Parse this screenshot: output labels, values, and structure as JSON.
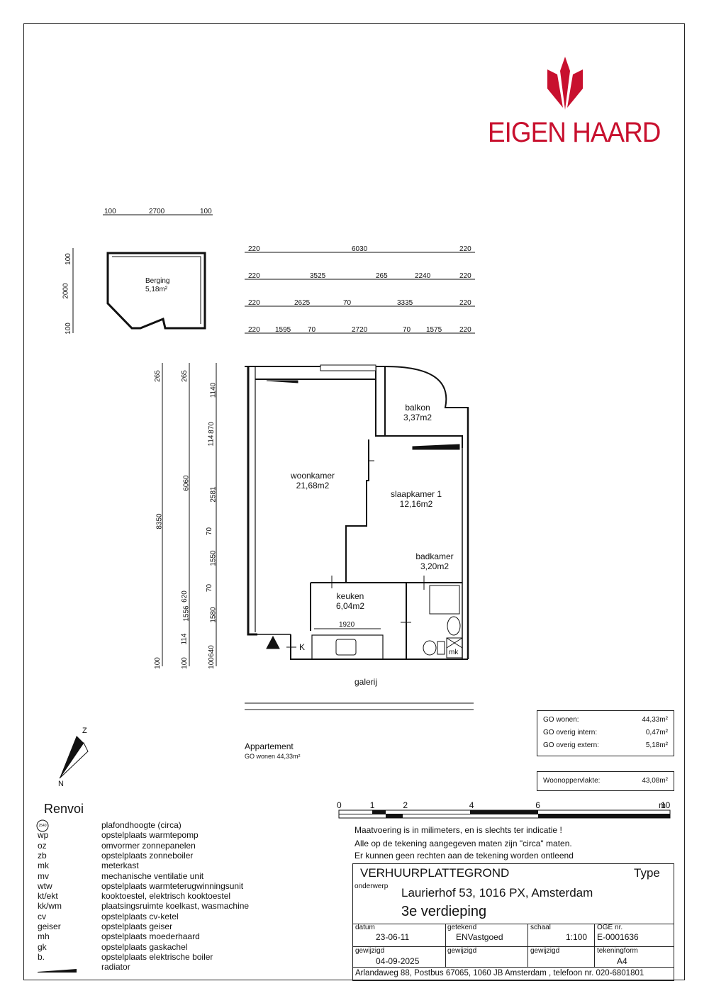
{
  "logo": {
    "text": "EIGEN HAARD",
    "color": "#c8102e"
  },
  "storage": {
    "name": "Berging",
    "area": "5,18m²",
    "dims_top": [
      "100",
      "2700",
      "100"
    ],
    "dims_left": [
      "100",
      "2000",
      "100"
    ]
  },
  "dims_top_rows": [
    [
      "220",
      "6030",
      "220"
    ],
    [
      "220",
      "3525",
      "265",
      "2240",
      "220"
    ],
    [
      "220",
      "2625",
      "70",
      "3335",
      "220"
    ],
    [
      "220",
      "1595",
      "70",
      "2720",
      "70",
      "1575",
      "220"
    ]
  ],
  "dims_left_cols": {
    "col1": [
      "265",
      "8350",
      "100"
    ],
    "col2": [
      "265",
      "6060",
      "620",
      "1556",
      "114",
      "100"
    ],
    "col3": [
      "1140",
      "870",
      "114",
      "2581",
      "70",
      "1550",
      "70",
      "1580",
      "640",
      "100"
    ]
  },
  "rooms": [
    {
      "name": "woonkamer",
      "area": "21,68m2"
    },
    {
      "name": "slaapkamer 1",
      "area": "12,16m2"
    },
    {
      "name": "balkon",
      "area": "3,37m2"
    },
    {
      "name": "badkamer",
      "area": "3,20m2"
    },
    {
      "name": "keuken",
      "area": "6,04m2"
    }
  ],
  "plan_labels": {
    "kitchen_width": "1920",
    "k_marker": "K",
    "mk_marker": "mk",
    "galerij": "galerij",
    "north": "N",
    "north_z": "Z"
  },
  "apartment": {
    "title": "Appartement",
    "go_wonen": "GO wonen 44,33m²"
  },
  "area_box": [
    {
      "label": "GO wonen:",
      "value": "44,33m²"
    },
    {
      "label": "GO overig intern:",
      "value": "0,47m²"
    },
    {
      "label": "GO overig extern:",
      "value": "5,18m²"
    }
  ],
  "woonoppervlakte": {
    "label": "Woonoppervlakte:",
    "value": "43,08m²"
  },
  "scale_bar": {
    "ticks": [
      "0",
      "1",
      "2",
      "4",
      "6",
      "10"
    ],
    "tick_values": [
      0,
      1,
      2,
      4,
      6,
      10
    ],
    "unit": "m"
  },
  "notes": [
    "Maatvoering is in milimeters, en is slechts ter indicatie !",
    "Alle op de tekening aangegeven maten zijn \"circa\" maten.",
    "Er kunnen geen rechten aan de tekening worden ontleend"
  ],
  "renvoi": {
    "title": "Renvoi",
    "ceiling_symbol": "2540",
    "items": [
      {
        "code": "",
        "desc": "plafondhoogte (circa)"
      },
      {
        "code": "wp",
        "desc": "opstelplaats warmtepomp"
      },
      {
        "code": "oz",
        "desc": "omvormer zonnepanelen"
      },
      {
        "code": "zb",
        "desc": "opstelplaats zonneboiler"
      },
      {
        "code": "mk",
        "desc": "meterkast"
      },
      {
        "code": "mv",
        "desc": "mechanische ventilatie unit"
      },
      {
        "code": "wtw",
        "desc": "opstelplaats warmteterugwinningsunit"
      },
      {
        "code": "kt/ekt",
        "desc": "kooktoestel, elektrisch kooktoestel"
      },
      {
        "code": "kk/wm",
        "desc": "plaatsingsruimte koelkast, wasmachine"
      },
      {
        "code": "cv",
        "desc": "opstelplaats cv-ketel"
      },
      {
        "code": "geiser",
        "desc": "opstelplaats geiser"
      },
      {
        "code": "mh",
        "desc": "opstelplaats moederhaard"
      },
      {
        "code": "gk",
        "desc": "opstelplaats gaskachel"
      },
      {
        "code": "b.",
        "desc": "opstelplaats elektrische boiler"
      },
      {
        "code": "",
        "desc": "radiator"
      }
    ]
  },
  "title_block": {
    "title": "VERHUURPLATTEGROND",
    "type_label": "Type",
    "onderwerp_label": "onderwerp",
    "address": "Laurierhof 53, 1016 PX, Amsterdam",
    "floor": "3e verdieping",
    "datum_label": "datum",
    "datum": "23-06-11",
    "getekend_label": "getekend",
    "getekend": "ENVastgoed",
    "schaal_label": "schaal",
    "schaal": "1:100",
    "oge_label": "OGE nr.",
    "oge": "E-0001636",
    "gewijzigd_label": "gewijzigd",
    "gewijzigd": "04-09-2025",
    "gewijzigd2_label": "gewijzigd",
    "gewijzigd3_label": "gewijzigd",
    "tekeningform_label": "tekeningform",
    "tekeningform": "A4",
    "footer": "Arlandaweg 88, Postbus 67065, 1060 JB Amsterdam , telefoon nr. 020-6801801"
  }
}
